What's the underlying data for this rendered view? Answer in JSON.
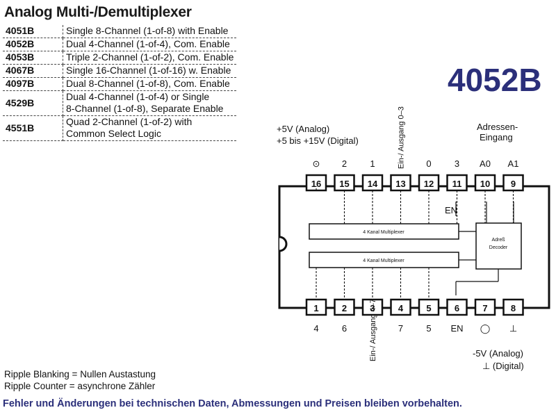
{
  "title": "Analog Multi-/Demultiplexer",
  "part_number": "4052B",
  "parts": [
    {
      "code": "4051B",
      "desc": [
        "Single 8-Channel (1-of-8) with Enable"
      ]
    },
    {
      "code": "4052B",
      "desc": [
        "Dual 4-Channel (1-of-4), Com. Enable"
      ]
    },
    {
      "code": "4053B",
      "desc": [
        "Triple 2-Channel (1-of-2), Com. Enable"
      ]
    },
    {
      "code": "4067B",
      "desc": [
        "Single 16-Channel (1-of-16) w. Enable"
      ]
    },
    {
      "code": "4097B",
      "desc": [
        "Dual 8-Channel (1-of-8), Com. Enable"
      ]
    },
    {
      "code": "4529B",
      "desc": [
        "Dual 4-Channel (1-of-4) or Single",
        "8-Channel (1-of-8), Separate Enable"
      ]
    },
    {
      "code": "4551B",
      "desc": [
        "Quad 2-Channel (1-of-2) with",
        "Common Select Logic"
      ]
    }
  ],
  "notes": [
    "Ripple Blanking = Nullen Austastung",
    "Ripple Counter = asynchrone Zähler"
  ],
  "footer": "Fehler und Änderungen bei technischen Daten, Abmessungen und Preisen bleiben vorbehalten.",
  "diagram": {
    "supply_top": [
      "+5V (Analog)",
      "+5 bis +15V (Digital)"
    ],
    "address_label": [
      "Adressen-",
      "Eingang"
    ],
    "top_pins": [
      {
        "num": "16",
        "label": "⊙"
      },
      {
        "num": "15",
        "label": "2"
      },
      {
        "num": "14",
        "label": "1"
      },
      {
        "num": "13",
        "label": "Ein-/ Ausgang 0–3"
      },
      {
        "num": "12",
        "label": "0"
      },
      {
        "num": "11",
        "label": "3"
      },
      {
        "num": "10",
        "label": "A0"
      },
      {
        "num": "9",
        "label": "A1"
      }
    ],
    "bottom_pins": [
      {
        "num": "1",
        "label": "4"
      },
      {
        "num": "2",
        "label": "6"
      },
      {
        "num": "3",
        "label": "Ein-/ Ausgang 4–7"
      },
      {
        "num": "4",
        "label": "7"
      },
      {
        "num": "5",
        "label": "5"
      },
      {
        "num": "6",
        "label": "EN"
      },
      {
        "num": "7",
        "label": "◯"
      },
      {
        "num": "8",
        "label": "⊥"
      }
    ],
    "mux1": "4 Kanal Multiplexer",
    "mux2": "4 Kanal Multiplexer",
    "decoder": [
      "Adreß",
      "Decoder"
    ],
    "supply_bottom": [
      "-5V (Analog)",
      "⊥ (Digital)"
    ]
  },
  "colors": {
    "footer": "#2b2f7a",
    "part_number": "#2b2f7a"
  }
}
